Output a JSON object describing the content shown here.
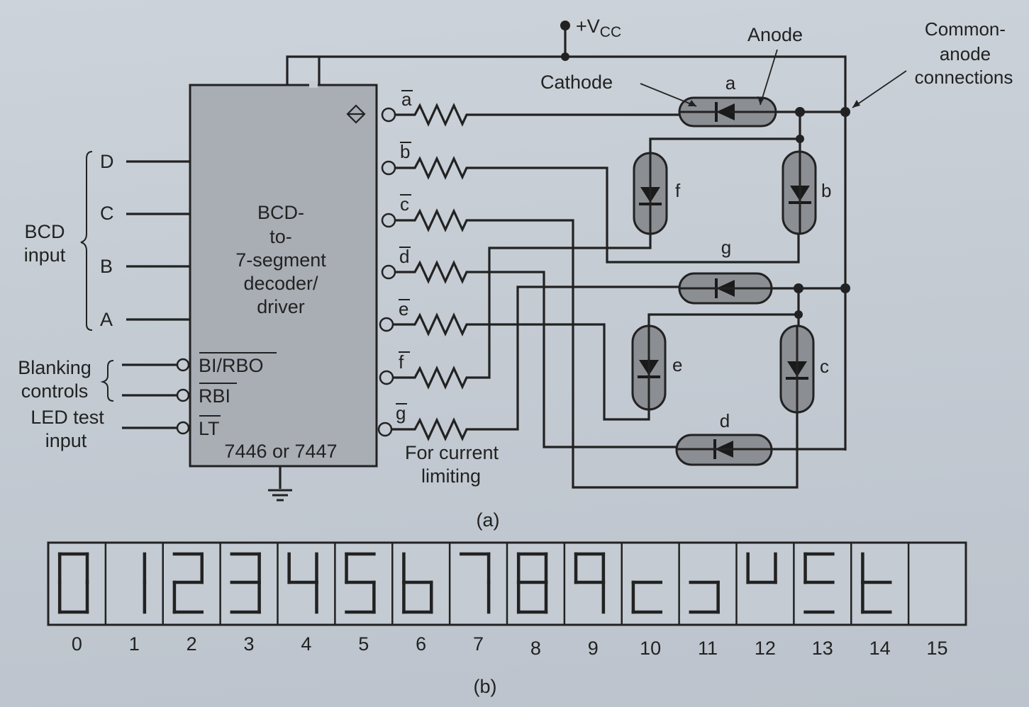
{
  "vcc": {
    "plus": "+V",
    "sub": "CC"
  },
  "annotations": {
    "anode": "Anode",
    "cathode": "Cathode",
    "common_anode": [
      "Common-",
      "anode",
      "connections"
    ],
    "current": [
      "For current",
      "limiting"
    ]
  },
  "decoder": {
    "title_lines": [
      "BCD-",
      "to-",
      "7-segment",
      "decoder/",
      "driver"
    ],
    "part": "7446 or 7447",
    "pin_bi": "BI/RBO",
    "pin_rbi": "RBI",
    "pin_lt": "LT"
  },
  "inputs": {
    "bcd_label": [
      "BCD",
      "input"
    ],
    "lines": [
      "D",
      "C",
      "B",
      "A"
    ],
    "blanking": [
      "Blanking",
      "controls"
    ],
    "led_test": [
      "LED test",
      "input"
    ]
  },
  "outputs": [
    "a",
    "b",
    "c",
    "d",
    "e",
    "f",
    "g"
  ],
  "segments": [
    "a",
    "b",
    "c",
    "d",
    "e",
    "f",
    "g"
  ],
  "caption_a": "(a)",
  "caption_b": "(b)",
  "digits": {
    "labels": [
      "0",
      "1",
      "2",
      "3",
      "4",
      "5",
      "6",
      "7",
      "8",
      "9",
      "10",
      "11",
      "12",
      "13",
      "14",
      "15"
    ],
    "patterns": [
      "abcdef",
      "bc",
      "abdeg",
      "abcdg",
      "bcfg",
      "acdfg",
      "cdefg",
      "abc",
      "abcdefg",
      "abcfg",
      "deg",
      "cdg",
      "bfg",
      "adfg",
      "defg",
      ""
    ]
  }
}
